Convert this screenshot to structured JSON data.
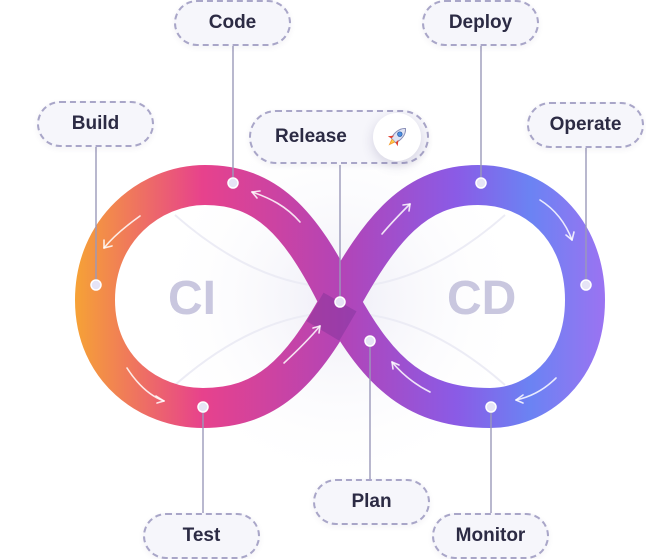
{
  "stages": {
    "code": "Code",
    "deploy": "Deploy",
    "build": "Build",
    "release": "Release",
    "operate": "Operate",
    "test": "Test",
    "plan": "Plan",
    "monitor": "Monitor"
  },
  "loops": {
    "left": "CI",
    "right": "CD"
  },
  "icons": {
    "release": "rocket-icon"
  },
  "colors": {
    "orange": "#f6a236",
    "pink": "#e7428c",
    "magenta": "#b344b6",
    "purple": "#8a5be6",
    "blue": "#6b83f3",
    "violet": "#9b73f2",
    "pill_border": "#a9a6c8",
    "pill_text": "#2c2b44",
    "loop_label": "#c9c7df"
  }
}
